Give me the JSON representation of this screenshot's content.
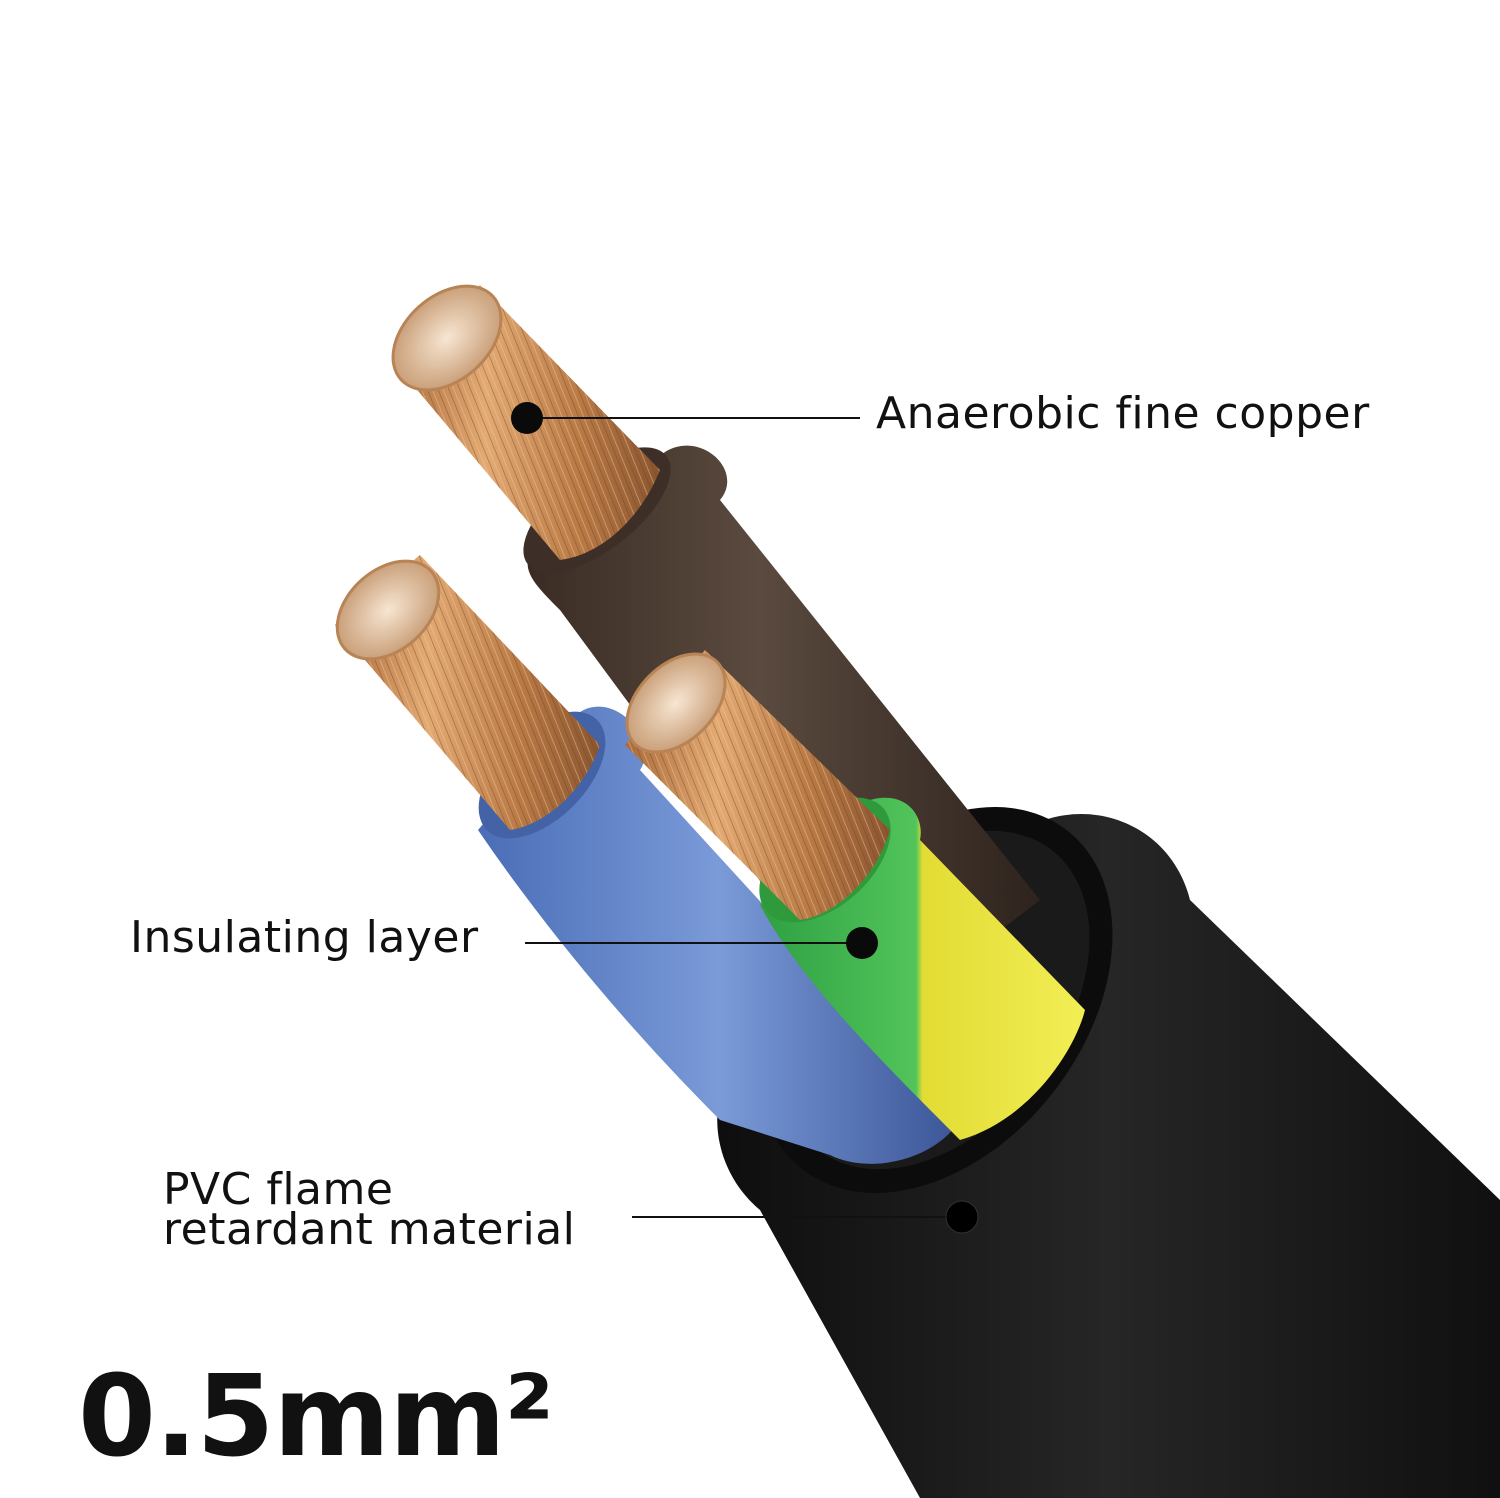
{
  "labels": {
    "copper": "Anaerobic fine copper",
    "insulating": "Insulating layer",
    "pvc_line1": "PVC flame",
    "pvc_line2": "retardant material",
    "size": "0.5mm²"
  },
  "colors": {
    "sheath": "#1b1b1b",
    "brown_insulation": "#4a3a30",
    "blue_insulation": "#5d7fc4",
    "green_insulation": "#3fb54a",
    "yellow_insulation": "#e6e03a",
    "copper": "#c98a4f",
    "leader": "#111111"
  }
}
